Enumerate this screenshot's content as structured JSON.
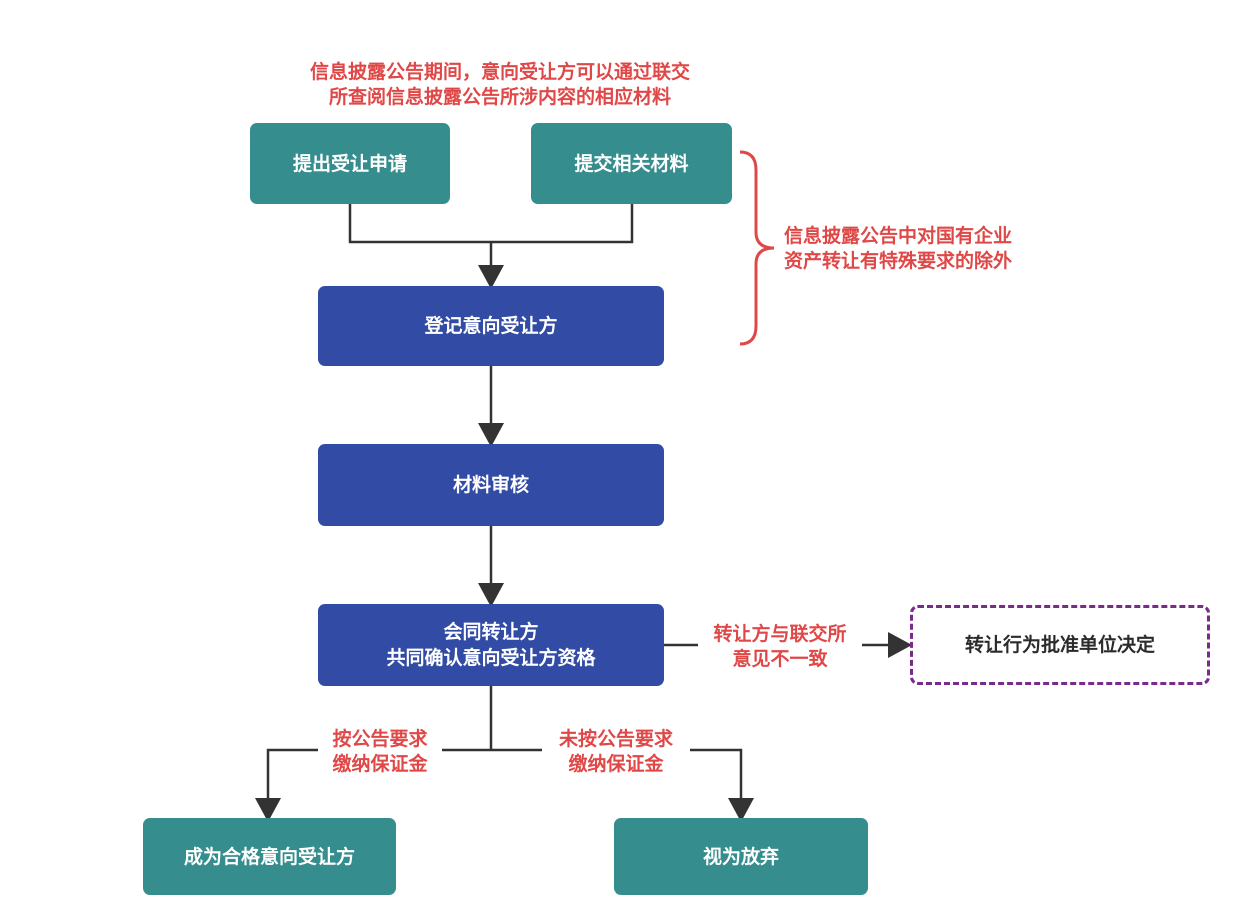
{
  "notes": {
    "top_line1": "信息披露公告期间，意向受让方可以通过联交",
    "top_line2": "所查阅信息披露公告所涉内容的相应材料",
    "brace_line1": "信息披露公告中对国有企业",
    "brace_line2": "资产转让有特殊要求的除外"
  },
  "nodes": {
    "submit_application": "提出受让申请",
    "submit_materials": "提交相关材料",
    "register_transferee": "登记意向受让方",
    "material_review": "材料审核",
    "confirm_line1": "会同转让方",
    "confirm_line2": "共同确认意向受让方资格",
    "approval_unit_decides": "转让行为批准单位决定",
    "qualified_transferee": "成为合格意向受让方",
    "deemed_abandoned": "视为放弃"
  },
  "edge_labels": {
    "disagree_line1": "转让方与联交所",
    "disagree_line2": "意见不一致",
    "paid_line1": "按公告要求",
    "paid_line2": "缴纳保证金",
    "unpaid_line1": "未按公告要求",
    "unpaid_line2": "缴纳保证金"
  },
  "colors": {
    "teal_node": "#368d8d",
    "blue_node": "#324ca5",
    "annotation_red": "#e04848",
    "dashed_border_purple": "#7a2a8a",
    "connector": "#333333"
  }
}
